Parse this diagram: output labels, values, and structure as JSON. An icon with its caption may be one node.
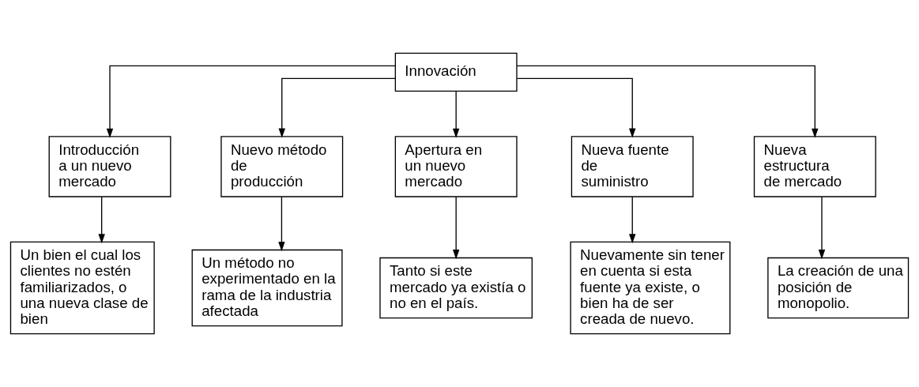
{
  "diagram": {
    "nodes": [
      {
        "text": [
          "Innovación"
        ]
      },
      {
        "text": [
          "Introducción a un nuevo mercado"
        ]
      },
      {
        "text": [
          "Nuevo método de producción"
        ]
      },
      {
        "text": [
          "Apertura en un nuevo mercado"
        ]
      },
      {
        "text": [
          "Nueva fuente de suministro"
        ]
      },
      {
        "text": [
          "Nueva estructura de mercado"
        ]
      },
      {
        "text": [
          "Un bien el cual los clientes no estén familiarizados, o una nueva clase de bien"
        ]
      },
      {
        "text": [
          "Un método no experimentado en la rama de la industria afectada"
        ]
      },
      {
        "text": [
          "Tanto si este mercado ya existía o no en el país."
        ]
      },
      {
        "text": [
          "Nuevamente sin tener en cuenta si esta fuente ya existe, o bien ha de ser creada de nuevo."
        ]
      },
      {
        "text": [
          "La creación de una posición de monopolio."
        ]
      }
    ],
    "edges": [
      {
        "from": 0,
        "to": 1,
        "arrow": "to"
      },
      {
        "from": 0,
        "to": 2,
        "arrow": "to"
      },
      {
        "from": 0,
        "to": 3,
        "arrow": "to"
      },
      {
        "from": 0,
        "to": 4,
        "arrow": "to"
      },
      {
        "from": 0,
        "to": 5,
        "arrow": "to"
      },
      {
        "from": 1,
        "to": 6,
        "arrow": "to"
      },
      {
        "from": 2,
        "to": 7,
        "arrow": "to"
      },
      {
        "from": 3,
        "to": 8,
        "arrow": "to"
      },
      {
        "from": 4,
        "to": 9,
        "arrow": "to"
      },
      {
        "from": 5,
        "to": 10,
        "arrow": "to"
      }
    ]
  }
}
